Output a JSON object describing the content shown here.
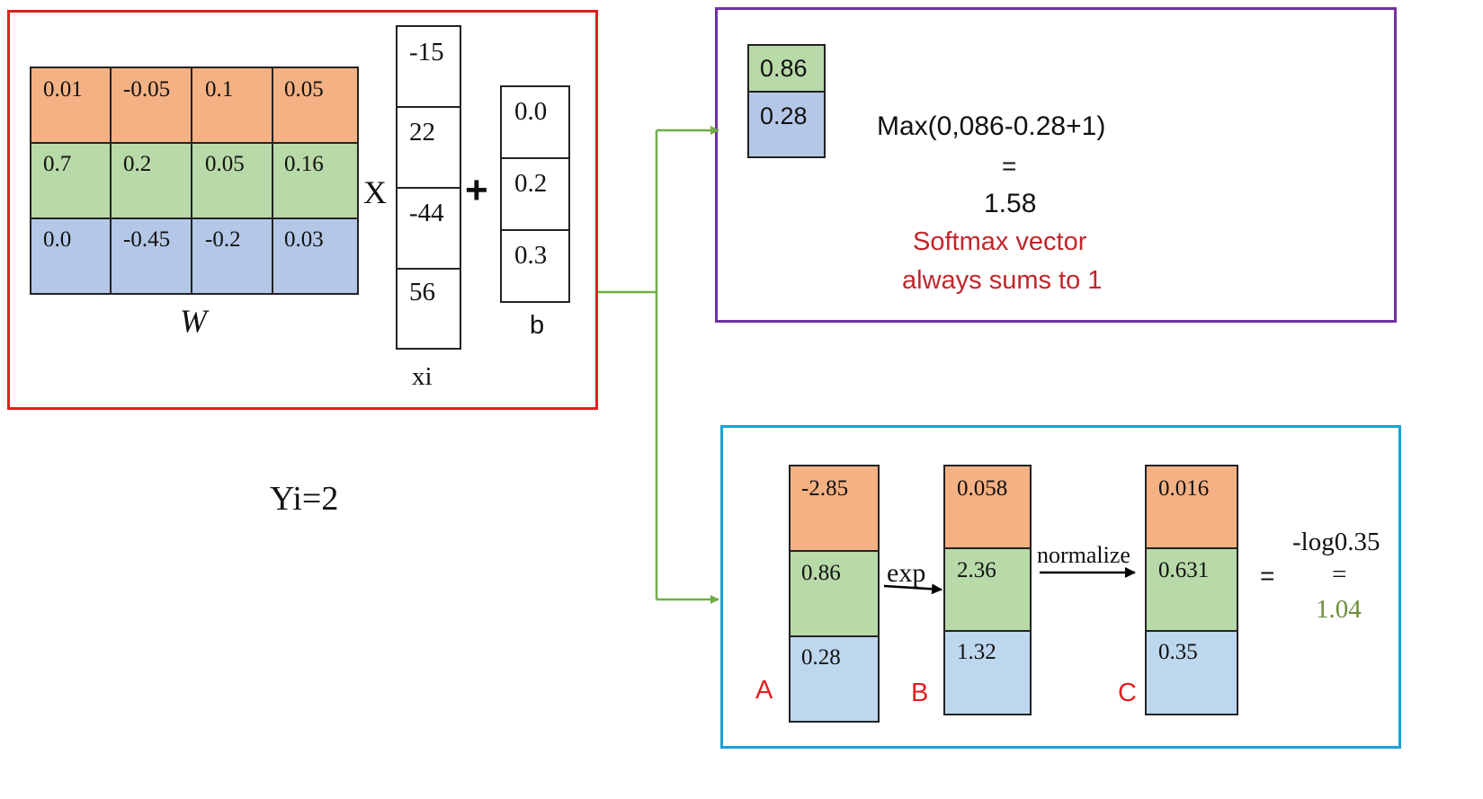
{
  "colors": {
    "orange": "#f4b183",
    "green": "#b8d9a8",
    "blue": "#b4c7e7",
    "blue_light": "#bdd7ee",
    "red_frame": "#e0201e",
    "purple_frame": "#7030a0",
    "cyan_frame": "#1aa0da",
    "arrow_green": "#70ad47",
    "text_red": "#c0262b",
    "label_red": "#e02020",
    "result_green": "#6b8e3a"
  },
  "weights": {
    "rows": [
      [
        "0.01",
        "-0.05",
        "0.1",
        "0.05"
      ],
      [
        "0.7",
        "0.2",
        "0.05",
        "0.16"
      ],
      [
        "0.0",
        "-0.45",
        "-0.2",
        "0.03"
      ]
    ],
    "label": "W"
  },
  "multiply_symbol": "X",
  "plus_symbol": "+",
  "xi": {
    "values": [
      "-15",
      "22",
      "-44",
      "56"
    ],
    "label": "xi"
  },
  "bias": {
    "values": [
      "0.0",
      "0.2",
      "0.3"
    ],
    "label": "b"
  },
  "yi": "Yi=2",
  "svm": {
    "values": [
      "0.86",
      "0.28"
    ],
    "formula": "Max(0,086-0.28+1)",
    "equals": "=",
    "result": "1.58",
    "note_line1": "Softmax vector",
    "note_line2": "always sums to 1"
  },
  "softmax": {
    "A": {
      "label": "A",
      "values": [
        "-2.85",
        "0.86",
        "0.28"
      ]
    },
    "B": {
      "label": "B",
      "values": [
        "0.058",
        "2.36",
        "1.32"
      ]
    },
    "C": {
      "label": "C",
      "values": [
        "0.016",
        "0.631",
        "0.35"
      ]
    },
    "exp_label": "exp",
    "normalize_label": "normalize",
    "equals": "=",
    "loss_expr": "-log0.35",
    "loss_equals": "=",
    "loss_value": "1.04"
  }
}
